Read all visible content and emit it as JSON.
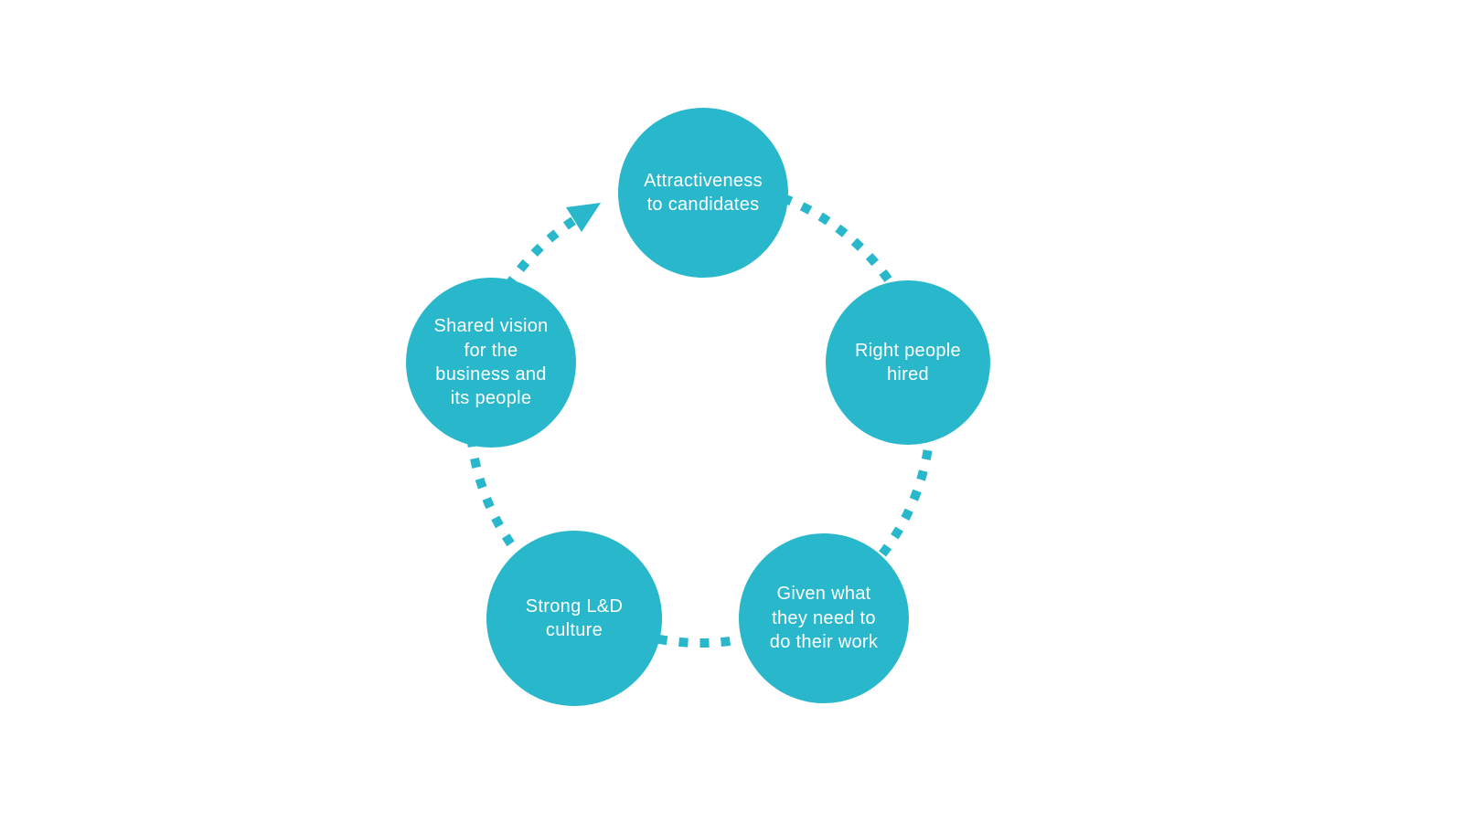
{
  "diagram": {
    "accent_color": "#29B7CB",
    "flow": "clockwise",
    "connector_style": "dashed",
    "nodes": [
      {
        "label": "Attractiveness\nto candidates"
      },
      {
        "label": "Right people\nhired"
      },
      {
        "label": "Given what\nthey need to\ndo their work"
      },
      {
        "label": "Strong L&D\nculture"
      },
      {
        "label": "Shared vision\nfor the\nbusiness and\nits people"
      }
    ]
  }
}
